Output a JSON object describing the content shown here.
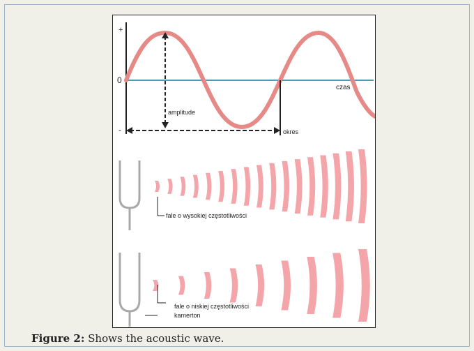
{
  "figure": {
    "axis_top": "+",
    "axis_zero": "0",
    "axis_bottom": "-",
    "time_label": "czas",
    "amplitude_label": "amplitude",
    "period_label": "okres",
    "high_freq_label": "fale o wysokiej częstotliwości",
    "low_freq_label": "fale o niskiej częstotliwości",
    "tuning_fork_label": "kamerton"
  },
  "caption": {
    "label": "Figure 2:",
    "text": " Shows the acoustic wave."
  },
  "colors": {
    "wave": "#e58a86",
    "axis": "#4d9bb8",
    "wave_band": "#f08c92",
    "fork": "#a9a9a9"
  }
}
